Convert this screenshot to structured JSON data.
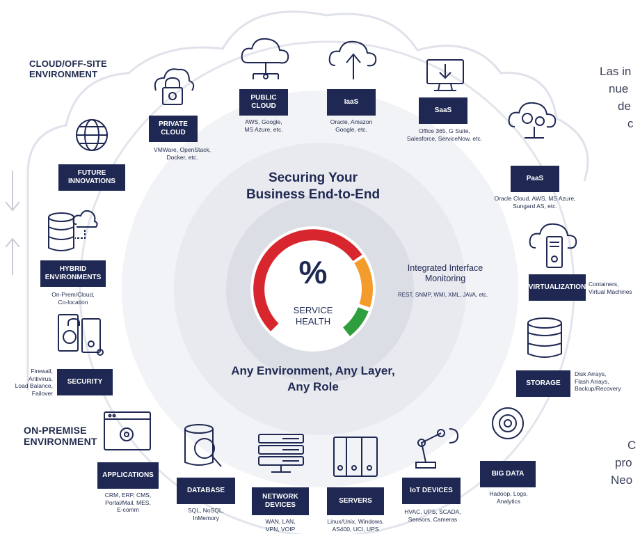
{
  "headings": {
    "cloud": "CLOUD/OFF-SITE\nENVIRONMENT",
    "onprem": "ON-PREMISE\nENVIRONMENT"
  },
  "side_text": {
    "top1": "Las in",
    "top2": "nue",
    "top3": "de",
    "top4": "c",
    "bottom1": "C",
    "bottom2": "pro",
    "bottom3": "Neo"
  },
  "center": {
    "title": "Securing Your\nBusiness End-to-End",
    "percent": "%",
    "health": "SERVICE\nHEALTH",
    "bottom_title": "Any Environment, Any Layer,\nAny Role",
    "monitor_title": "Integrated Interface\nMonitoring",
    "monitor_sub": "REST, SNMP, WMI, XML, JAVA, etc."
  },
  "items": {
    "private_cloud": {
      "label": "PRIVATE\nCLOUD",
      "desc": "VMWare, OpenStack,\nDocker, etc.",
      "icon": "lock-cloud-icon"
    },
    "public_cloud": {
      "label": "PUBLIC\nCLOUD",
      "desc": "AWS, Google,\nMS Azure, etc.",
      "icon": "cloud-network-icon"
    },
    "iaas": {
      "label": "IaaS",
      "desc": "Oracle, Amazon\nGoogle, etc.",
      "icon": "cloud-upload-icon"
    },
    "saas": {
      "label": "SaaS",
      "desc": "Office 365, G Suite,\nSalesforce, ServiceNow, etc.",
      "icon": "monitor-download-icon"
    },
    "paas": {
      "label": "PaaS",
      "desc": "Oracle Cloud, AWS, MS Azure,\nSungard AS, etc.",
      "icon": "cloud-gears-icon"
    },
    "future": {
      "label": "FUTURE\nINNOVATIONS",
      "desc": "",
      "icon": "globe-icon"
    },
    "hybrid": {
      "label": "HYBRID\nENVIRONMENTS",
      "desc": "On-Prem/Cloud,\nCo-location",
      "icon": "database-cloud-icon"
    },
    "virtualization": {
      "label": "VIRTUALIZATION",
      "desc": "Containers,\nVirtual Machines",
      "icon": "cloud-server-icon"
    },
    "security": {
      "label": "SECURITY",
      "desc": "Firewall,\nAntivirus,\nLoad Balance,\nFailover",
      "icon": "security-servers-icon"
    },
    "storage": {
      "label": "STORAGE",
      "desc": "Disk Arrays,\nFlash Arrays,\nBackup/Recovery",
      "icon": "storage-stack-icon"
    },
    "applications": {
      "label": "APPLICATIONS",
      "desc": "CRM, ERP, CMS,\nPortal/Mail, MES,\nE-comm",
      "icon": "browser-gear-icon"
    },
    "database": {
      "label": "DATABASE",
      "desc": "SQL, NoSQL,\nInMemory",
      "icon": "database-search-icon"
    },
    "network": {
      "label": "NETWORK\nDEVICES",
      "desc": "WAN, LAN,\nVPN, VOIP",
      "icon": "network-switch-icon"
    },
    "servers": {
      "label": "SERVERS",
      "desc": "Linux/Unix, Windows,\nAS400, UCI, UPS",
      "icon": "server-rack-icon"
    },
    "iot": {
      "label": "IoT DEVICES",
      "desc": "HVAC, UPS, SCADA,\nSensors, Cameras",
      "icon": "robot-arm-icon"
    },
    "bigdata": {
      "label": "BIG DATA",
      "desc": "Hadoop, Logs,\nAnalytics",
      "icon": "data-gear-icon"
    }
  },
  "gauge": {
    "red": "#d7262e",
    "orange": "#f39c2b",
    "green": "#2e9e3e",
    "navy": "#1e2852"
  }
}
